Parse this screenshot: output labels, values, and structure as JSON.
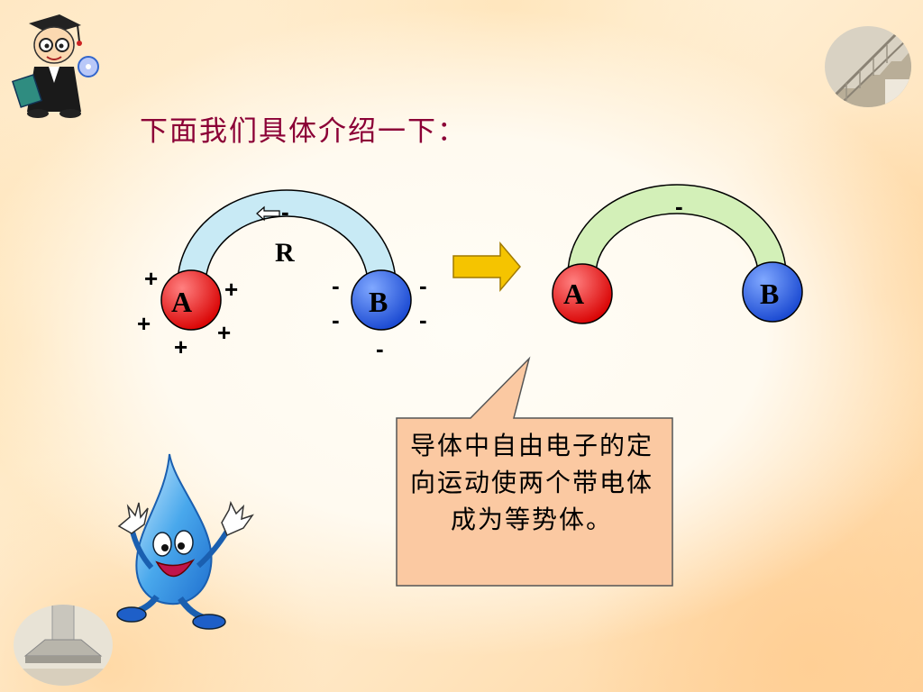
{
  "title": "下面我们具体介绍一下：",
  "left_figure": {
    "sphere_a_label": "A",
    "sphere_b_label": "B",
    "conductor_label": "R",
    "electron_on_conductor": "-",
    "charges_a": [
      "+",
      "+",
      "+",
      "+",
      "+"
    ],
    "charges_b": [
      "-",
      "-",
      "-",
      "-",
      "-"
    ]
  },
  "right_figure": {
    "sphere_a_label": "A",
    "sphere_b_label": "B",
    "electron_on_conductor": "-"
  },
  "callout": {
    "text": "导体中自由电子的定向运动使两个带电体成为等势体。"
  },
  "colors": {
    "title": "#8b0036",
    "sphere_a": "#e02020",
    "sphere_b": "#2255dd",
    "left_conductor": "#c8eaf5",
    "right_conductor": "#d3f0b8",
    "transition_arrow": "#f5c400",
    "callout_fill": "#fbc9a2"
  },
  "icons": [
    "teacher-mascot-icon",
    "staircase-photo",
    "water-drop-mascot-icon",
    "range-hood-photo",
    "transition-arrow-icon",
    "electron-direction-arrow-icon"
  ]
}
